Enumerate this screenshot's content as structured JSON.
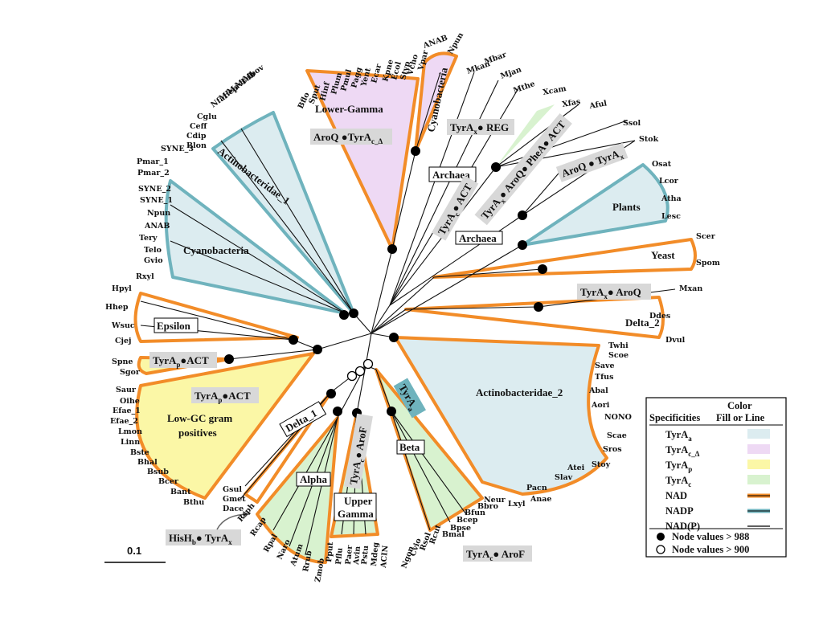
{
  "colors": {
    "nad": "#f28c28",
    "nadp": "#6fb3bd",
    "tyra_a": "#dcecf0",
    "tyra_c_delta": "#eed9f4",
    "tyra_p": "#fbf7a6",
    "tyra_c": "#d8f2cf",
    "annotation_bg": "#d8d8d8"
  },
  "scale_bar": {
    "label": "0.1"
  },
  "clades": {
    "lower_gamma": "Lower-Gamma",
    "cyanobacteria_top": "Cyanobacteria",
    "actinobacteridae_1": "Actinobacteridae_1",
    "cyanobacteria": "Cyanobacteria",
    "plants": "Plants",
    "yeast": "Yeast",
    "delta_2": "Delta_2",
    "actinobacteridae_2": "Actinobacteridae_2",
    "low_gc_1": "Low-GC gram",
    "low_gc_2": "positives"
  },
  "boxes": {
    "archaea_1": "Archaea",
    "archaea_2": "Archaea",
    "epsilon": "Epsilon",
    "delta_1": "Delta_1",
    "alpha": "Alpha",
    "upper_gamma_1": "Upper",
    "upper_gamma_2": "Gamma",
    "beta": "Beta"
  },
  "annotations": {
    "aroq_tyra_c_delta": {
      "main": "AroQ ●TyrA",
      "sub": "c_Δ"
    },
    "tyra_x_reg": {
      "main": "TyrA",
      "sub": "x",
      "tail": "● REG"
    },
    "tyra_c_act": {
      "main": "TyrA",
      "sub": "c",
      "tail": "● ACT"
    },
    "tyra_x_aroq_phea_act": {
      "main": "TyrA",
      "sub": "x",
      "tail": "● AroQ● PheA● ACT"
    },
    "aroq_tyra_x": {
      "main": "AroQ ● TyrA",
      "sub": "x"
    },
    "tyra_x_aroq": {
      "main": "TyrA",
      "sub": "x",
      "tail": "● AroQ"
    },
    "tyra_p_act_1": {
      "main": "TyrA",
      "sub": "p",
      "tail": "●ACT"
    },
    "tyra_p_act_2": {
      "main": "TyrA",
      "sub": "p",
      "tail": "●ACT"
    },
    "tyra_a": {
      "main": "TyrA",
      "sub": "a"
    },
    "tyra_c_arof_1": {
      "main": "TyrA",
      "sub": "c",
      "tail": "● AroF"
    },
    "tyra_c_arof_2": {
      "main": "TyrA",
      "sub": "c",
      "tail": "● AroF"
    },
    "hisb_tyra_x": {
      "main": "HisH",
      "sub": "b",
      "tail": "● TyrA",
      "sub2": "x"
    }
  },
  "legend": {
    "header_color": "Color",
    "header_fill": "Fill or Line",
    "header_spec": "Specificities",
    "rows": [
      {
        "main": "TyrA",
        "sub": "a"
      },
      {
        "main": "TyrA",
        "sub": "c_Δ"
      },
      {
        "main": "TyrA",
        "sub": "p"
      },
      {
        "main": "TyrA",
        "sub": "c"
      },
      {
        "main": "NAD"
      },
      {
        "main": "NADP"
      },
      {
        "main": "NAD(P)"
      }
    ],
    "node_988": "Node values > 988",
    "node_900": "Node values > 900"
  },
  "leaves": [
    "ANAB",
    "Npun",
    "Vpar",
    "Vcho",
    "Styp",
    "Ecol",
    "Kpne",
    "Ecar",
    "Yent",
    "Pagg",
    "Pmul",
    "Plum",
    "Hinf",
    "Sput",
    "Bflo",
    "Mbar",
    "Mkan",
    "Mjan",
    "Mthe",
    "Xcam",
    "Xfas",
    "Aful",
    "Ssol",
    "Stok",
    "Osat",
    "Lcor",
    "Atha",
    "Lesc",
    "Scer",
    "Spom",
    "Mxan",
    "Ddes",
    "Dvul",
    "Twhi",
    "Scoe",
    "Save",
    "Tfus",
    "Abal",
    "Aori",
    "NONO",
    "Scae",
    "Sros",
    "Stoy",
    "Atei",
    "Slav",
    "Pacn",
    "Anae",
    "Lxyl",
    "Neur",
    "Bbro",
    "Bfun",
    "Bcep",
    "Bpse",
    "Bmal",
    "Rcut",
    "Rsol",
    "Cvio",
    "Ngon",
    "ACIN",
    "Mdeg",
    "Pstu",
    "Avin",
    "Paer",
    "Pflu",
    "Pput",
    "Zmob",
    "Rrub",
    "Atum",
    "Naro",
    "Rpal",
    "Rcap",
    "Rsph",
    "Gsul",
    "Gmet",
    "Dace",
    "Bthu",
    "Bant",
    "Bcer",
    "Bsub",
    "Bhal",
    "Bste",
    "Linn",
    "Lmon",
    "Efae_2",
    "Efae_1",
    "Oihe",
    "Saur",
    "Sgor",
    "Spne",
    "Cjej",
    "Wsuc",
    "Hhep",
    "Hpyl",
    "Rxyl",
    "Gvio",
    "Telo",
    "Tery",
    "ANAB",
    "Npun",
    "SYNE_1",
    "SYNE_2",
    "Pmar_2",
    "Pmar_1",
    "SYNE_3",
    "Blon",
    "Cdip",
    "Ceff",
    "Cglu",
    "Nfar",
    "Mlep",
    "Mavi",
    "Mtub",
    "Mbov"
  ]
}
